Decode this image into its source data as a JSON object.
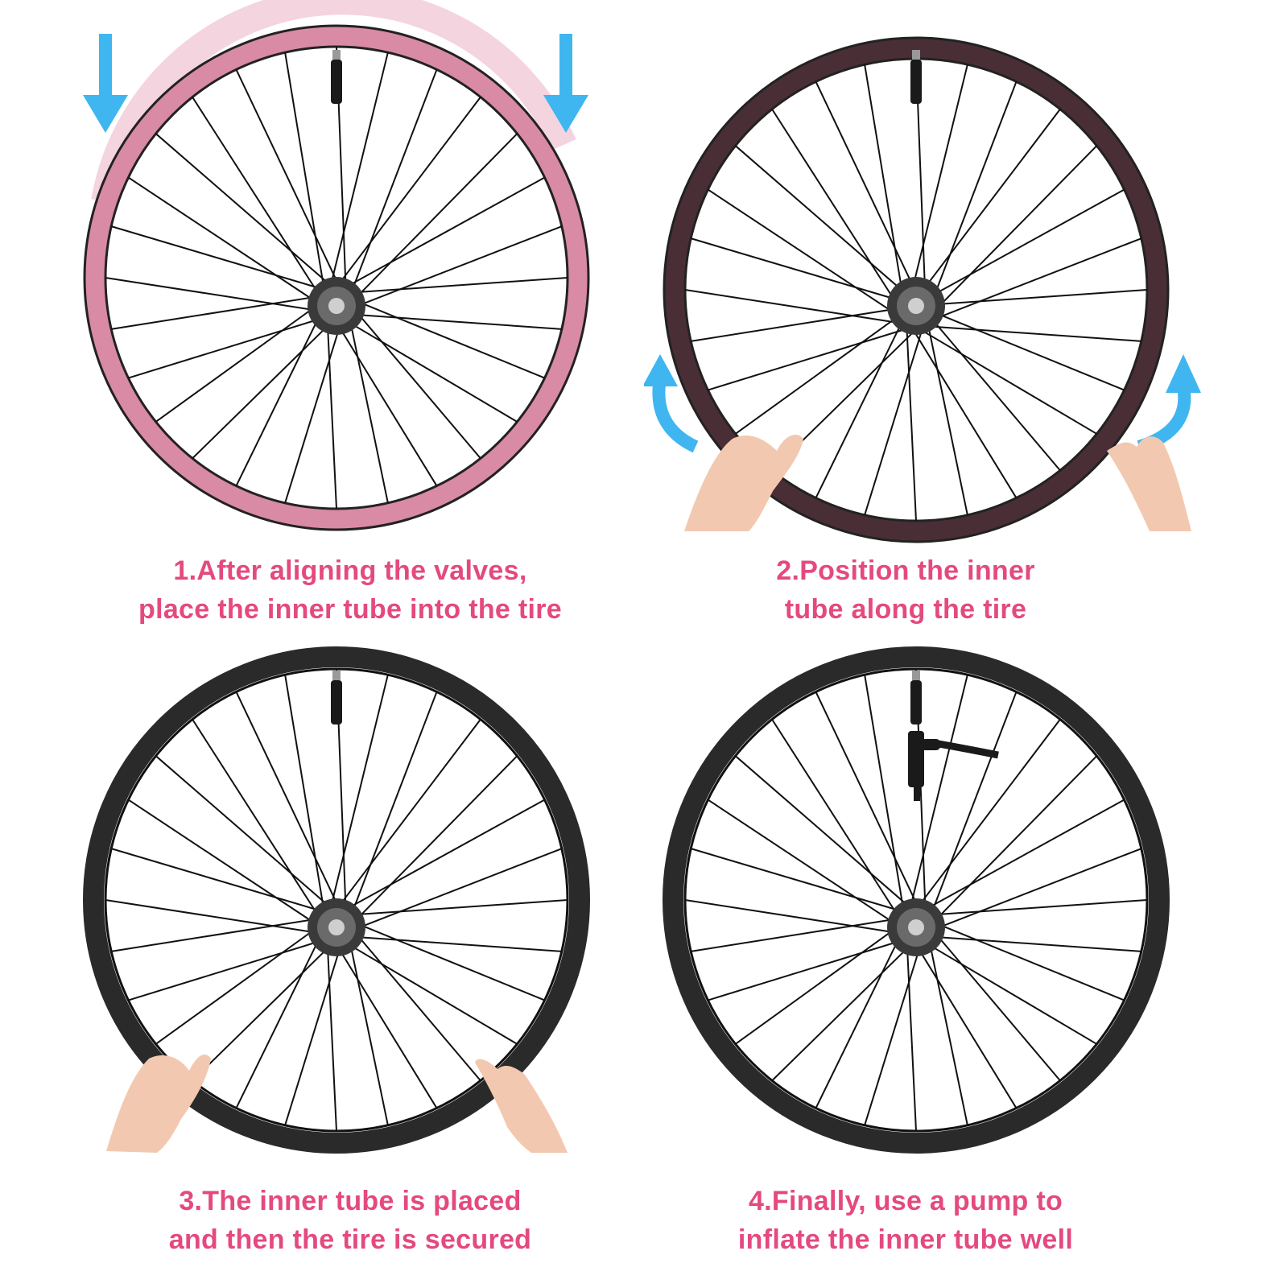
{
  "steps": [
    {
      "line1": "1.After aligning the valves,",
      "line2": "place the inner tube into the tire"
    },
    {
      "line1": "2.Position the inner",
      "line2": "tube along the tire"
    },
    {
      "line1": "3.The inner tube is placed",
      "line2": "and then the tire is secured"
    },
    {
      "line1": "4.Finally, use a pump to",
      "line2": "inflate the inner tube well"
    }
  ],
  "colors": {
    "caption": "#e4497f",
    "tube_pink": "#d98aa5",
    "tube_dark": "#4a2e36",
    "tire_black": "#2a2a2a",
    "arrow_blue": "#3fb6f0",
    "spoke": "#111111",
    "skin": "#f2c9b0"
  },
  "icons": {
    "down_arrow": "down-arrow-icon",
    "curved_arrow": "curved-up-arrow-icon",
    "hand": "hand-icon",
    "pump": "pump-head-icon",
    "valve": "valve-icon"
  }
}
